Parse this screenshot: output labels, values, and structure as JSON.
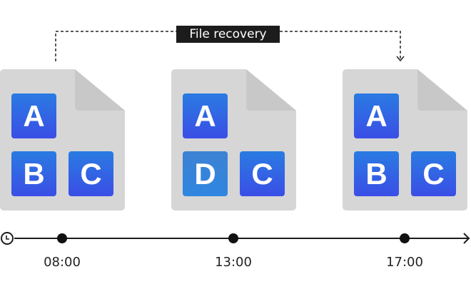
{
  "title": "File recovery",
  "colors": {
    "tile": "#2f6be4",
    "tile_modified": "#3a86d8",
    "file": "#d6d6d6",
    "line": "#1c1c1c"
  },
  "snapshots": [
    {
      "time": "08:00",
      "tiles": [
        "A",
        "B",
        "C"
      ]
    },
    {
      "time": "13:00",
      "tiles": [
        "A",
        "D",
        "C"
      ]
    },
    {
      "time": "17:00",
      "tiles": [
        "A",
        "B",
        "C"
      ]
    }
  ],
  "timeline": {
    "icon": "clock-icon",
    "end": "arrow-right-icon"
  }
}
